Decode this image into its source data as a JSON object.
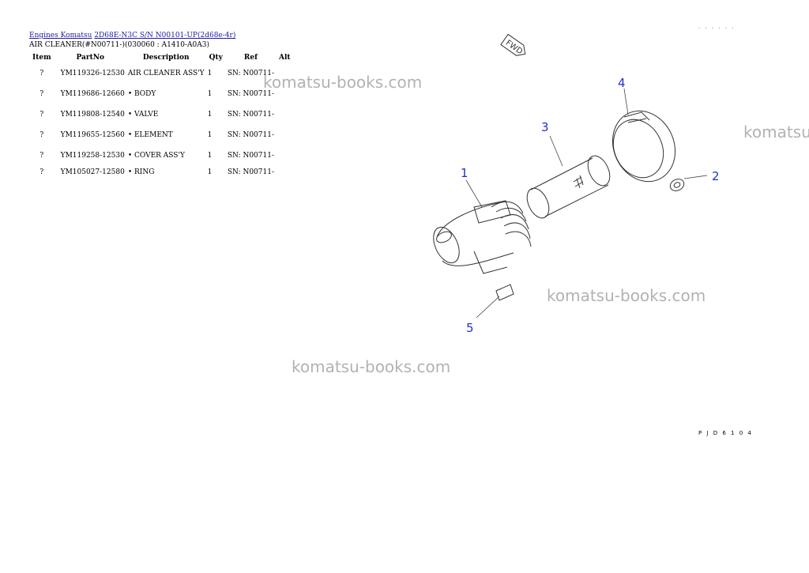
{
  "breadcrumb": {
    "link1": "Engines Komatsu",
    "link2": "2D68E-N3C S/N N00101-UP(2d68e-4r)"
  },
  "subtitle": "AIR CLEANER(#N00711-)(030060 : A1410-A0A3)",
  "table": {
    "headers": [
      "Item",
      "PartNo",
      "Description",
      "Qty",
      "Ref",
      "Alt"
    ],
    "rows": [
      {
        "item": "?",
        "part": "YM119326-12530",
        "desc": "AIR CLEANER ASS'Y",
        "qty": "1",
        "ref": "SN: N00711-"
      },
      {
        "item": "?",
        "part": "YM119686-12660",
        "desc": "• BODY",
        "qty": "1",
        "ref": "SN: N00711-"
      },
      {
        "item": "?",
        "part": "YM119808-12540",
        "desc": "• VALVE",
        "qty": "1",
        "ref": "SN: N00711-"
      },
      {
        "item": "?",
        "part": "YM119655-12560",
        "desc": "• ELEMENT",
        "qty": "1",
        "ref": "SN: N00711-"
      },
      {
        "item": "?",
        "part": "YM119258-12530",
        "desc": "• COVER ASS'Y",
        "qty": "1",
        "ref": "SN: N00711-"
      },
      {
        "item": "?",
        "part": "YM105027-12580",
        "desc": "• RING",
        "qty": "1",
        "ref": "SN: N00711-"
      }
    ]
  },
  "watermarks": [
    "komatsu-books.com",
    "komatsu-books.com",
    "komatsu-books.com",
    "komatsu-books.com"
  ],
  "diagram": {
    "fwd": "FWD",
    "callouts": [
      "1",
      "2",
      "3",
      "4",
      "5"
    ],
    "code": "P J D 6 1 0 4",
    "dots": "· · · · · ·"
  },
  "colors": {
    "link": "#1a1aa6",
    "callout": "#2330c8",
    "watermark": "#b2b2b2"
  }
}
